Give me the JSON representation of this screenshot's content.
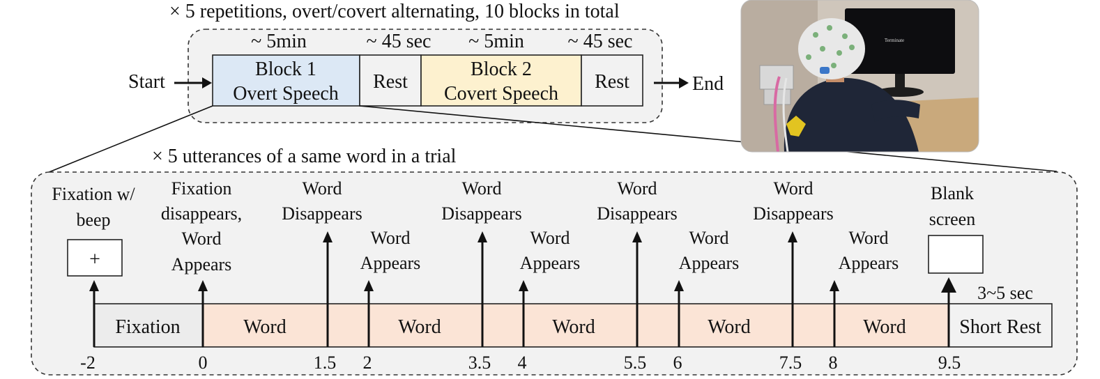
{
  "top": {
    "repetitions_caption": "× 5 repetitions, overt/covert alternating, 10 blocks in total",
    "start_label": "Start",
    "end_label": "End",
    "blocks": [
      {
        "duration": "~ 5min",
        "line1": "Block 1",
        "line2": "Overt Speech",
        "color": "#dce8f5"
      },
      {
        "duration": "~ 45 sec",
        "line1": "Rest",
        "line2": "",
        "color": "#f2f2f2"
      },
      {
        "duration": "~ 5min",
        "line1": "Block 2",
        "line2": "Covert Speech",
        "color": "#fdf1cf"
      },
      {
        "duration": "~ 45 sec",
        "line1": "Rest",
        "line2": "",
        "color": "#f2f2f2"
      }
    ]
  },
  "photo": {
    "screen_text": "Terminate",
    "description_icon": "eeg-participant-photo"
  },
  "bottom": {
    "utterances_caption": "× 5 utterances of a same word in a trial",
    "events": {
      "fixation": [
        "Fixation w/",
        "beep"
      ],
      "fixation_symbol": "+",
      "word_start": [
        "Fixation",
        "disappears,",
        "Word",
        "Appears"
      ],
      "word_disappears": [
        "Word",
        "Disappears"
      ],
      "word_appears": [
        "Word",
        "Appears"
      ],
      "blank": [
        "Blank",
        "screen"
      ]
    },
    "segments": {
      "fixation": "Fixation",
      "word": "Word",
      "rest": "Short Rest",
      "rest_duration": "3~5 sec"
    },
    "ticks": [
      "-2",
      "0",
      "1.5",
      "2",
      "3.5",
      "4",
      "5.5",
      "6",
      "7.5",
      "8",
      "9.5"
    ],
    "colors": {
      "fixation": "#ececec",
      "word": "#fbe4d6",
      "rest": "#f2f2f2",
      "panel": "#f2f2f2"
    }
  }
}
